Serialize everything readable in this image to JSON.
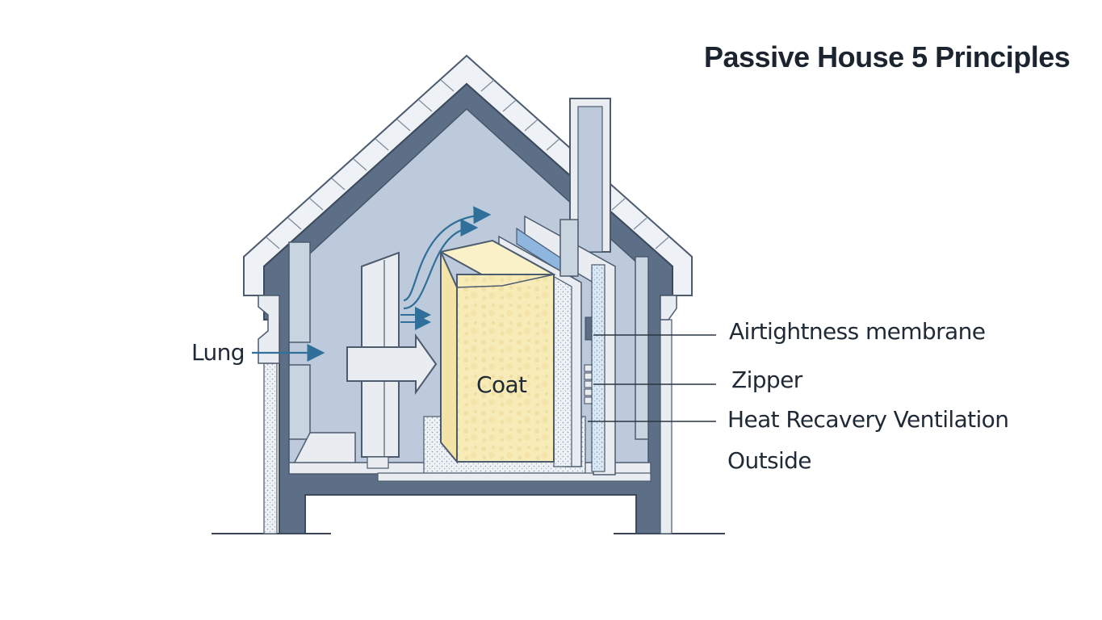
{
  "title": "Passive House 5 Principles",
  "labels": {
    "lung": "Lung",
    "coat": "Coat",
    "airtightness": "Airtightness membrane",
    "zipper": "Zipper",
    "hrv": "Heat Recavery Ventilation",
    "outside": "Outside"
  },
  "colors": {
    "wall": "#5d6f87",
    "interior": "#bccadb",
    "roof_shingles": "#eef1f5",
    "insulation": "#f6eab4",
    "membrane": "#8fb6df",
    "arrow": "#2f6f99",
    "ink": "#1f2a36"
  }
}
